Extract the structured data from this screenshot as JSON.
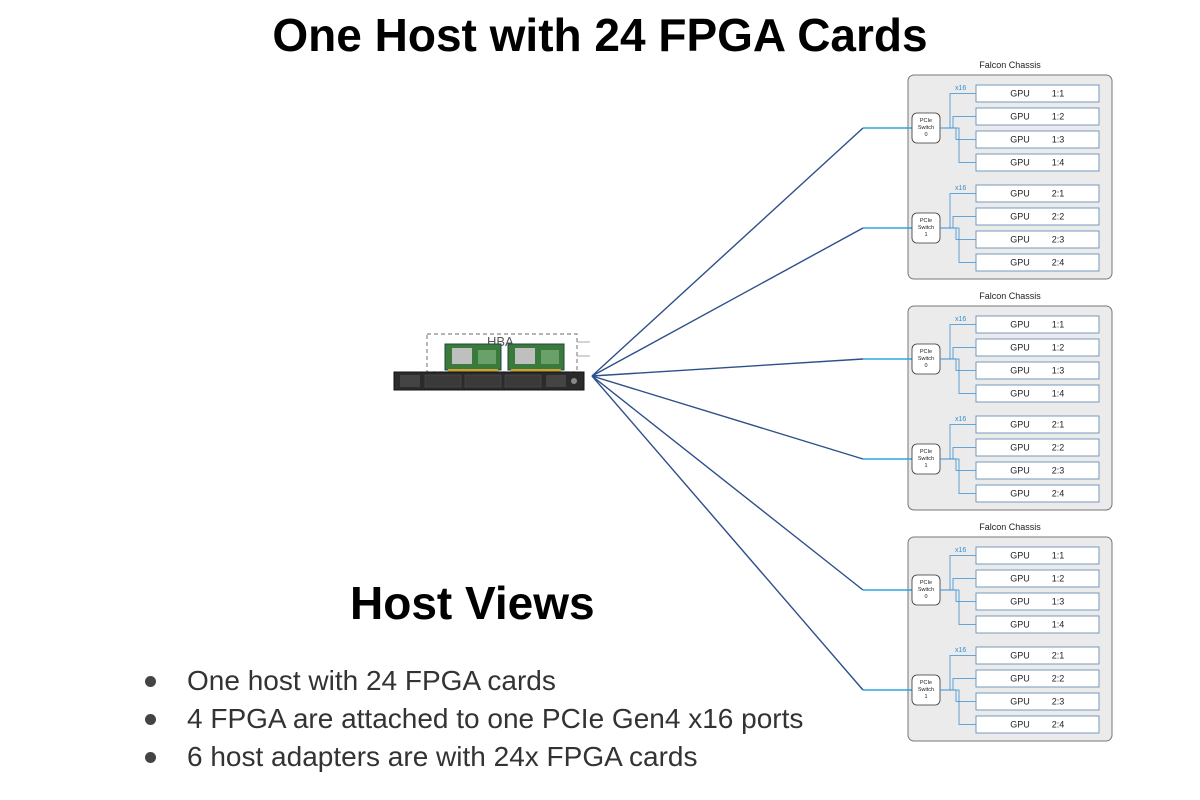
{
  "title": "One Host with 24 FPGA Cards",
  "host": {
    "adapter_label": "HBA"
  },
  "chassis": [
    {
      "title": "Falcon Chassis",
      "switches": [
        {
          "label": [
            "PCIe",
            "Switch",
            "0"
          ],
          "link": "x16",
          "slots": [
            [
              "GPU",
              "1:1"
            ],
            [
              "GPU",
              "1:2"
            ],
            [
              "GPU",
              "1:3"
            ],
            [
              "GPU",
              "1:4"
            ]
          ]
        },
        {
          "label": [
            "PCIe",
            "Switch",
            "1"
          ],
          "link": "x16",
          "slots": [
            [
              "GPU",
              "2:1"
            ],
            [
              "GPU",
              "2:2"
            ],
            [
              "GPU",
              "2:3"
            ],
            [
              "GPU",
              "2:4"
            ]
          ]
        }
      ]
    },
    {
      "title": "Falcon Chassis",
      "switches": [
        {
          "label": [
            "PCIe",
            "Switch",
            "0"
          ],
          "link": "x16",
          "slots": [
            [
              "GPU",
              "1:1"
            ],
            [
              "GPU",
              "1:2"
            ],
            [
              "GPU",
              "1:3"
            ],
            [
              "GPU",
              "1:4"
            ]
          ]
        },
        {
          "label": [
            "PCIe",
            "Switch",
            "1"
          ],
          "link": "x16",
          "slots": [
            [
              "GPU",
              "2:1"
            ],
            [
              "GPU",
              "2:2"
            ],
            [
              "GPU",
              "2:3"
            ],
            [
              "GPU",
              "2:4"
            ]
          ]
        }
      ]
    },
    {
      "title": "Falcon Chassis",
      "switches": [
        {
          "label": [
            "PCIe",
            "Switch",
            "0"
          ],
          "link": "x16",
          "slots": [
            [
              "GPU",
              "1:1"
            ],
            [
              "GPU",
              "1:2"
            ],
            [
              "GPU",
              "1:3"
            ],
            [
              "GPU",
              "1:4"
            ]
          ]
        },
        {
          "label": [
            "PCIe",
            "Switch",
            "1"
          ],
          "link": "x16",
          "slots": [
            [
              "GPU",
              "2:1"
            ],
            [
              "GPU",
              "2:2"
            ],
            [
              "GPU",
              "2:3"
            ],
            [
              "GPU",
              "2:4"
            ]
          ]
        }
      ]
    }
  ],
  "section": {
    "title": "Host Views",
    "bullets": [
      "One host with 24 FPGA cards",
      "4 FPGA are attached to one PCIe Gen4 x16 ports",
      "6 host adapters are with 24x FPGA cards"
    ]
  }
}
